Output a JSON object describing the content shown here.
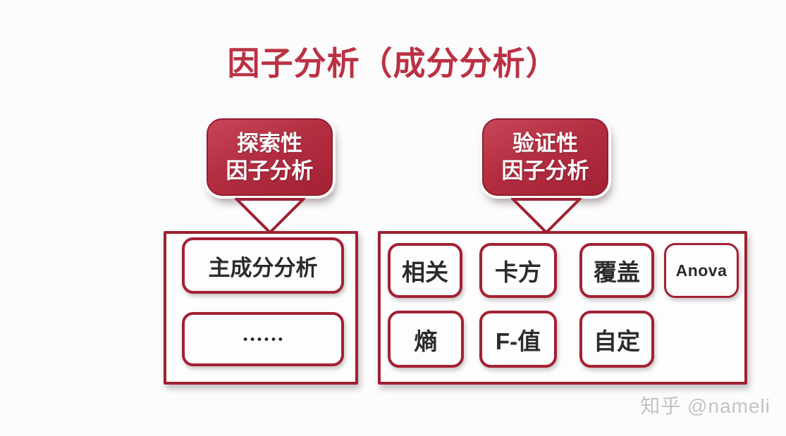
{
  "title": "因子分析（成分分析）",
  "watermark": "知乎 @nameli",
  "colors": {
    "title_red": "#bb3144",
    "bubble_red": "#b42e41",
    "border_red": "#9e2132",
    "label_black": "#2b2b2b",
    "background": "#fcfcfc",
    "watermark_gray": "#c3c2c2"
  },
  "branches": [
    {
      "name": "exploratory",
      "bubble": {
        "line1": "探索性",
        "line2": "因子分析"
      },
      "items": [
        "主成分分析",
        "••••••"
      ]
    },
    {
      "name": "confirmatory",
      "bubble": {
        "line1": "验证性",
        "line2": "因子分析"
      },
      "items": [
        "相关",
        "卡方",
        "覆盖",
        "Anova",
        "熵",
        "F-值",
        "自定"
      ]
    }
  ]
}
